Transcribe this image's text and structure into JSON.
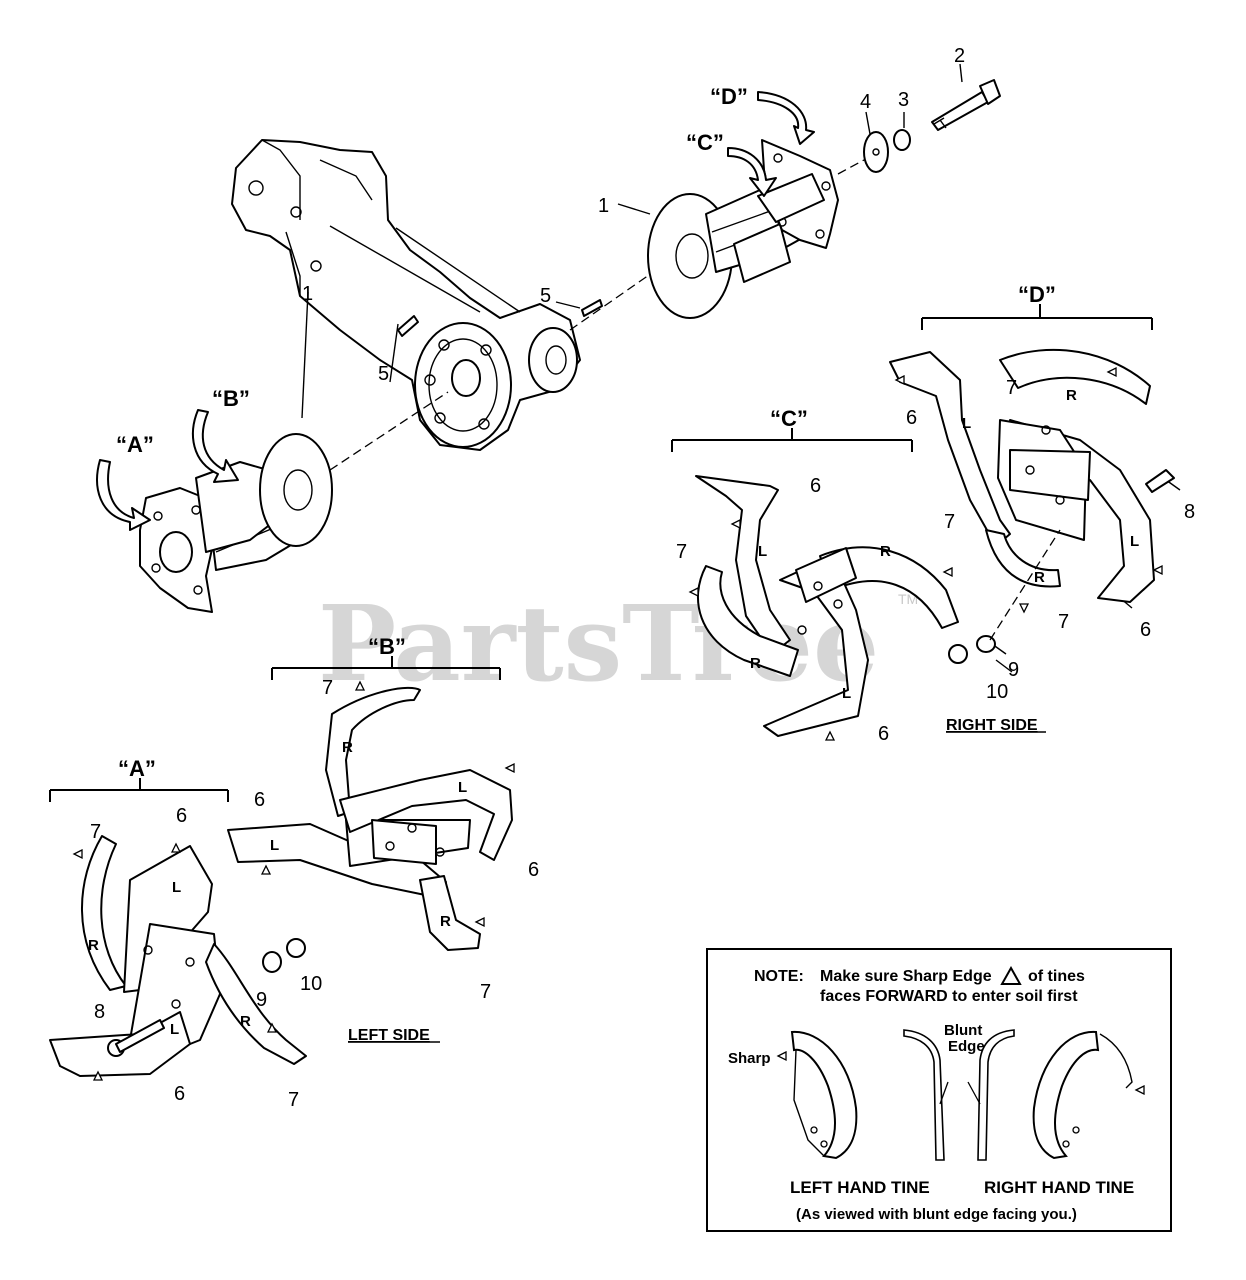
{
  "watermark": {
    "text": "PartsTree",
    "trademark": "TM"
  },
  "callouts": {
    "c1_left": "1",
    "c1_right": "1",
    "c2": "2",
    "c3": "3",
    "c4": "4",
    "c5_left": "5",
    "c5_right": "5",
    "c6_a_top": "6",
    "c6_a_bottom": "6",
    "c6_b_left": "6",
    "c6_b_right": "6",
    "c6_c_top": "6",
    "c6_c_bottom": "6",
    "c6_d_left": "6",
    "c6_d_right": "6",
    "c7_a": "7",
    "c7_a_bottom": "7",
    "c7_b_top": "7",
    "c7_b_bottom": "7",
    "c7_c_left": "7",
    "c7_c_right": "7",
    "c7_d_top": "7",
    "c7_d_bottom": "7",
    "c8_left": "8",
    "c8_right": "8",
    "c9_left": "9",
    "c9_right": "9",
    "c10_left": "10",
    "c10_right": "10"
  },
  "arrow_labels": {
    "a": "“A”",
    "b": "“B”",
    "c": "“C”",
    "d": "“D”"
  },
  "assembly_labels": {
    "a": "“A”",
    "b": "“B”",
    "c": "“C”",
    "d": "“D”"
  },
  "side_labels": {
    "left": "LEFT  SIDE",
    "right": "RIGHT SIDE"
  },
  "tine_marks": {
    "left": "L",
    "right": "R"
  },
  "note": {
    "prefix": "NOTE:",
    "line1": "Make sure Sharp Edge",
    "line1_suffix": "of tines",
    "line2": "faces FORWARD to enter soil first",
    "sharp": "Sharp",
    "blunt_line1": "Blunt",
    "blunt_line2": "Edge",
    "left_hand_tine": "LEFT HAND TINE",
    "right_hand_tine": "RIGHT HAND TINE",
    "caption": "(As viewed with blunt edge facing you.)"
  }
}
